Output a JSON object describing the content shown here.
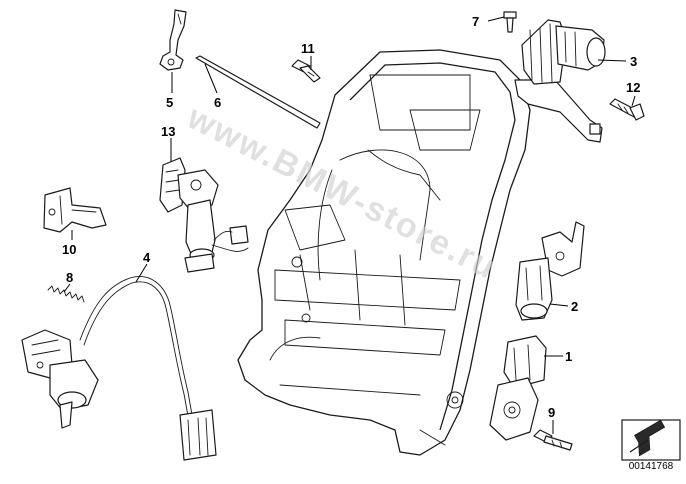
{
  "callouts": {
    "c1": "1",
    "c2": "2",
    "c3": "3",
    "c4": "4",
    "c5": "5",
    "c6": "6",
    "c7": "7",
    "c8": "8",
    "c9": "9",
    "c10": "10",
    "c11": "11",
    "c12": "12",
    "c13": "13"
  },
  "watermark": "www.BMW-store.ru",
  "diagram_code": "00141768",
  "icons": {
    "nav": "arrow-icon"
  }
}
